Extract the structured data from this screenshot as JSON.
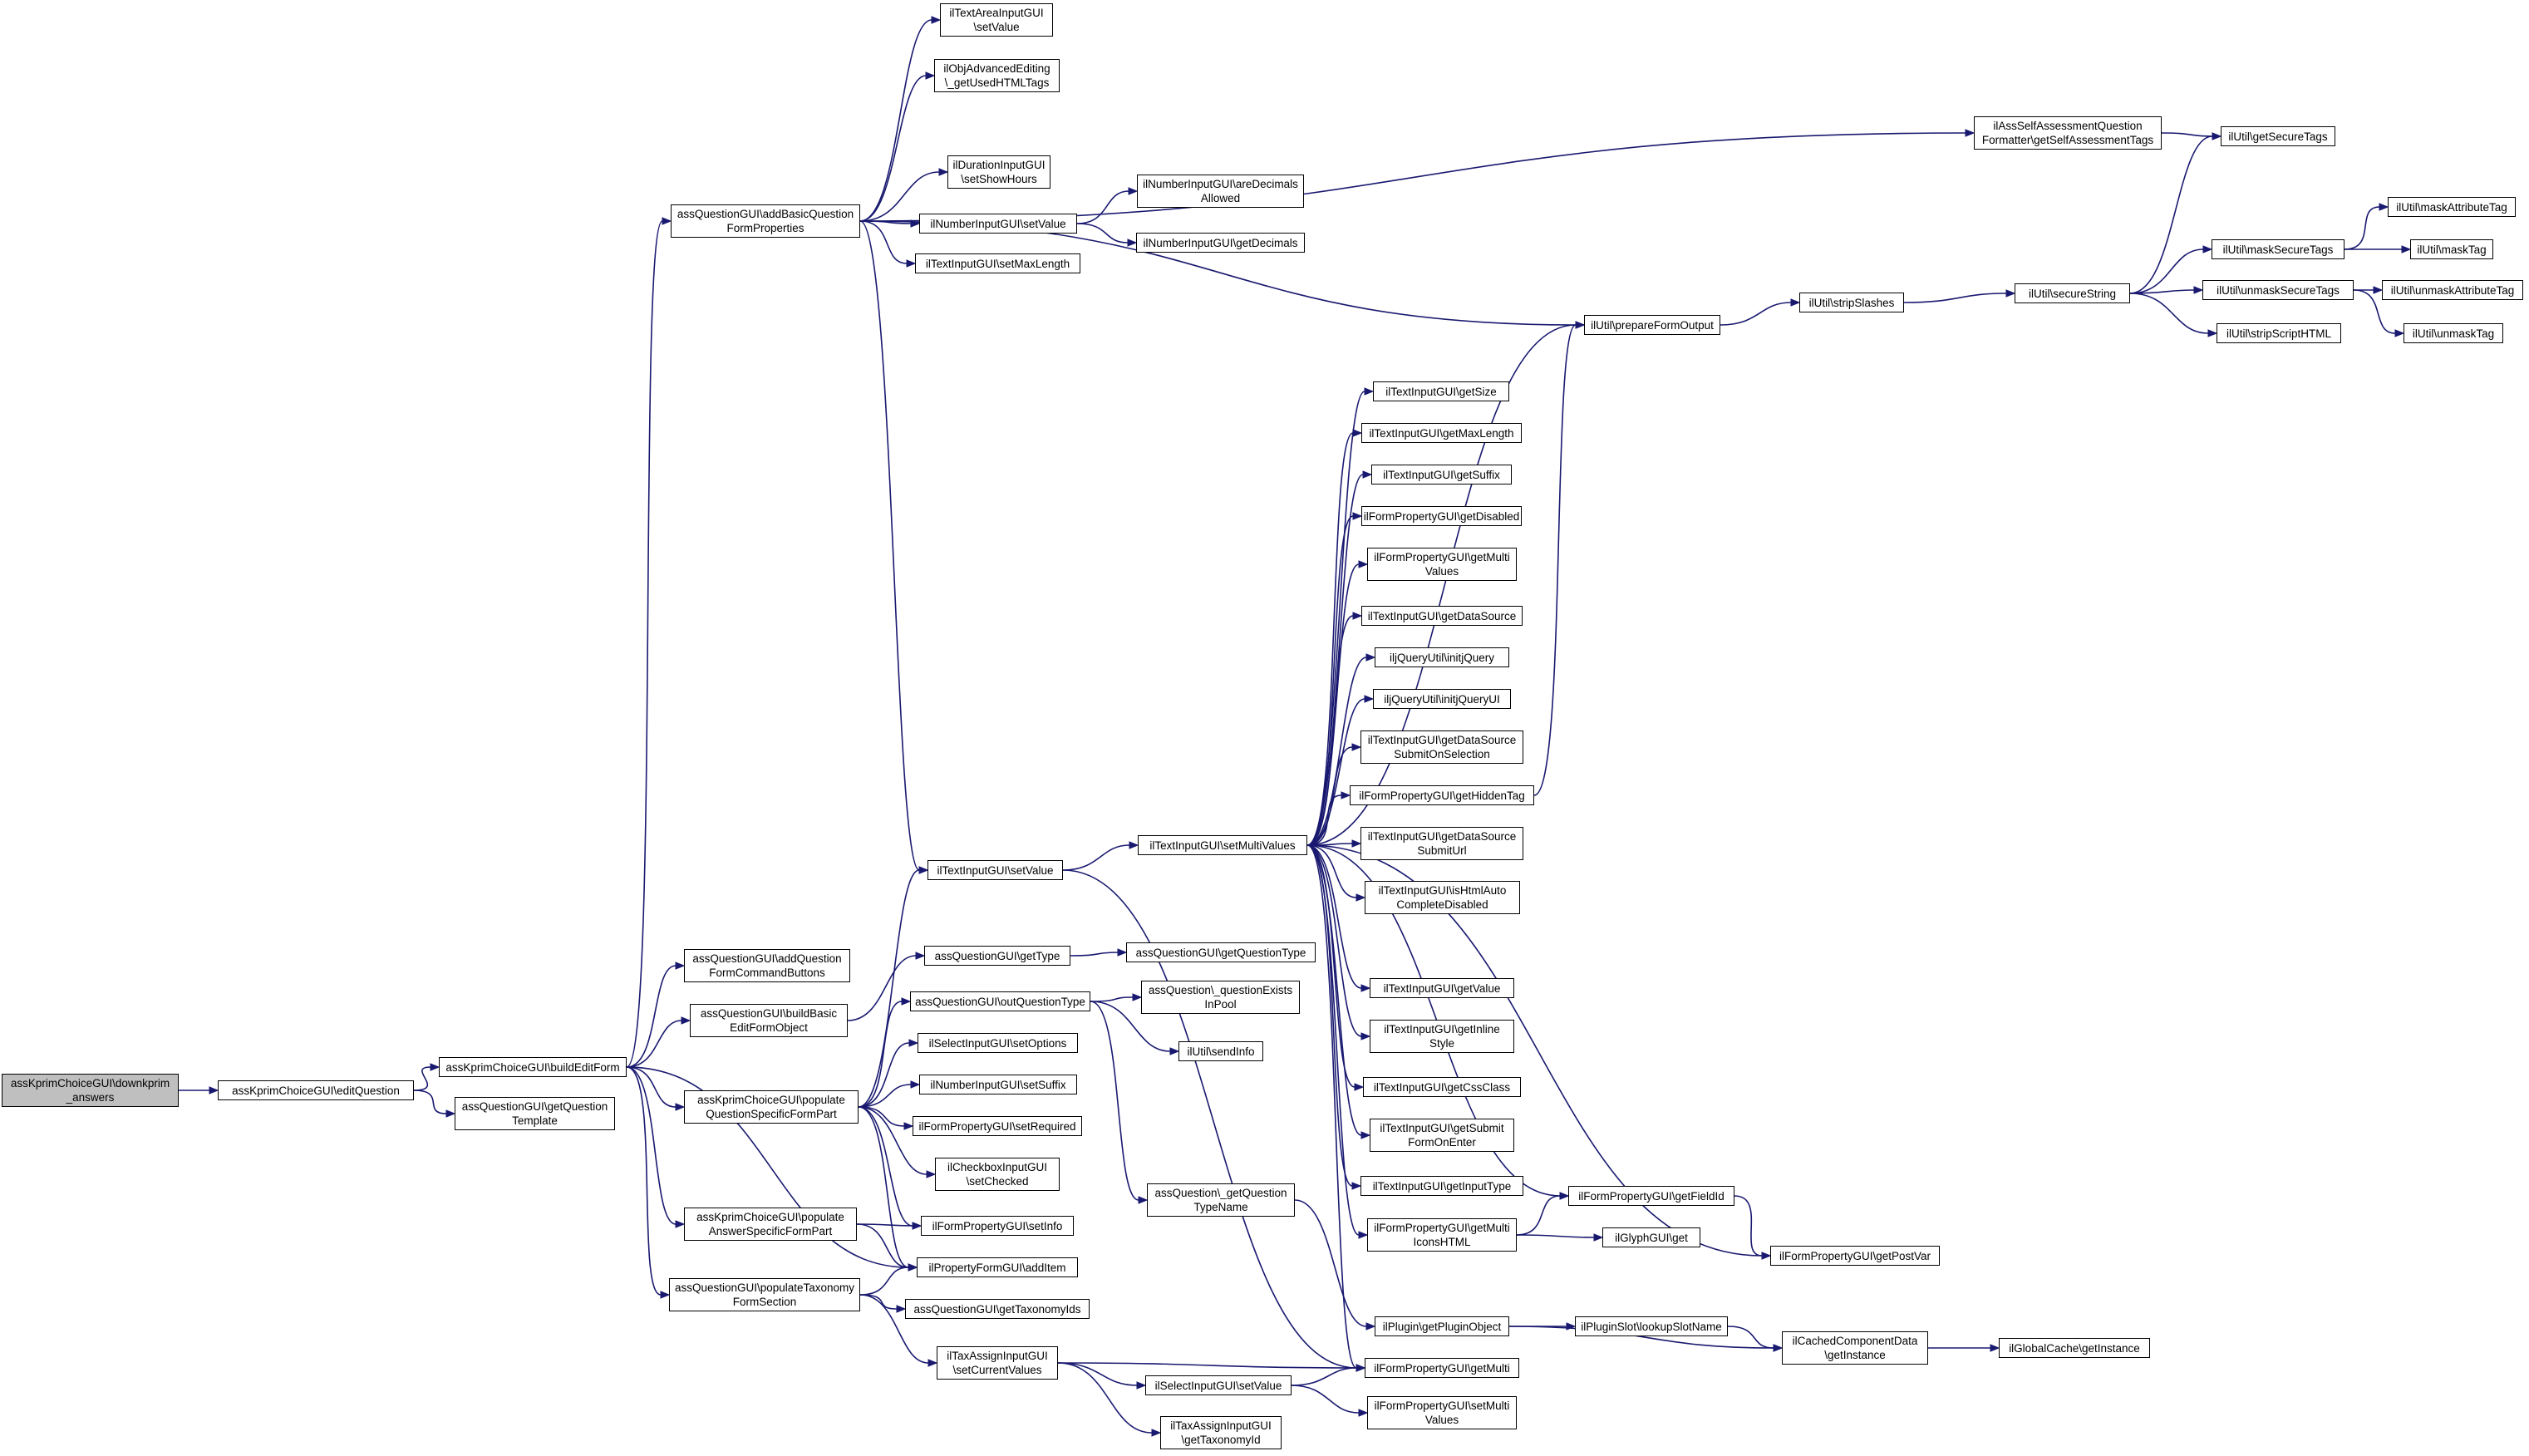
{
  "graph": {
    "edge_color": "#191970",
    "root_fill": "#bfbfbf",
    "node_border": "#000000",
    "nodes": [
      {
        "id": "downkprim",
        "label": "assKprimChoiceGUI\\downkprim\n_answers",
        "root": true
      },
      {
        "id": "editQuestion",
        "label": "assKprimChoiceGUI\\editQuestion"
      },
      {
        "id": "buildEditForm",
        "label": "assKprimChoiceGUI\\buildEditForm"
      },
      {
        "id": "getQuestionTemplate",
        "label": "assQuestionGUI\\getQuestion\nTemplate"
      },
      {
        "id": "addBasicQFP",
        "label": "assQuestionGUI\\addBasicQuestion\nFormProperties"
      },
      {
        "id": "addQFCB",
        "label": "assQuestionGUI\\addQuestion\nFormCommandButtons"
      },
      {
        "id": "buildBasicEFO",
        "label": "assQuestionGUI\\buildBasic\nEditFormObject"
      },
      {
        "id": "popQSFP",
        "label": "assKprimChoiceGUI\\populate\nQuestionSpecificFormPart"
      },
      {
        "id": "popASFP",
        "label": "assKprimChoiceGUI\\populate\nAnswerSpecificFormPart"
      },
      {
        "id": "popTax",
        "label": "assQuestionGUI\\populateTaxonomy\nFormSection"
      },
      {
        "id": "taSetValue",
        "label": "ilTextAreaInputGUI\n\\setValue"
      },
      {
        "id": "oaeTags",
        "label": "ilObjAdvancedEditing\n\\_getUsedHTMLTags"
      },
      {
        "id": "durShowHours",
        "label": "ilDurationInputGUI\n\\setShowHours"
      },
      {
        "id": "numSetValue",
        "label": "ilNumberInputGUI\\setValue"
      },
      {
        "id": "tiSetMaxLength",
        "label": "ilTextInputGUI\\setMaxLength"
      },
      {
        "id": "tiSetValue",
        "label": "ilTextInputGUI\\setValue"
      },
      {
        "id": "qgGetType",
        "label": "assQuestionGUI\\getType"
      },
      {
        "id": "qgOutQType",
        "label": "assQuestionGUI\\outQuestionType"
      },
      {
        "id": "selSetOptions",
        "label": "ilSelectInputGUI\\setOptions"
      },
      {
        "id": "numSetSuffix",
        "label": "ilNumberInputGUI\\setSuffix"
      },
      {
        "id": "fpSetRequired",
        "label": "ilFormPropertyGUI\\setRequired"
      },
      {
        "id": "cbSetChecked",
        "label": "ilCheckboxInputGUI\n\\setChecked"
      },
      {
        "id": "fpSetInfo",
        "label": "ilFormPropertyGUI\\setInfo"
      },
      {
        "id": "pfAddItem",
        "label": "ilPropertyFormGUI\\addItem"
      },
      {
        "id": "qgGetTaxIds",
        "label": "assQuestionGUI\\getTaxonomyIds"
      },
      {
        "id": "taxSetCurVals",
        "label": "ilTaxAssignInputGUI\n\\setCurrentValues"
      },
      {
        "id": "numAreDecimals",
        "label": "ilNumberInputGUI\\areDecimals\nAllowed"
      },
      {
        "id": "numGetDecimals",
        "label": "ilNumberInputGUI\\getDecimals"
      },
      {
        "id": "qgGetQType",
        "label": "assQuestionGUI\\getQuestionType"
      },
      {
        "id": "qQExists",
        "label": "assQuestion\\_questionExists\nInPool"
      },
      {
        "id": "utilSendInfo",
        "label": "ilUtil\\sendInfo"
      },
      {
        "id": "qGetQTypeName",
        "label": "assQuestion\\_getQuestion\nTypeName"
      },
      {
        "id": "selSetValue",
        "label": "ilSelectInputGUI\\setValue"
      },
      {
        "id": "taxGetTaxId",
        "label": "ilTaxAssignInputGUI\n\\getTaxonomyId"
      },
      {
        "id": "tiSetMulti",
        "label": "ilTextInputGUI\\setMultiValues"
      },
      {
        "id": "tiGetSize",
        "label": "ilTextInputGUI\\getSize"
      },
      {
        "id": "tiGetMaxLength",
        "label": "ilTextInputGUI\\getMaxLength"
      },
      {
        "id": "tiGetSuffix",
        "label": "ilTextInputGUI\\getSuffix"
      },
      {
        "id": "fpGetDisabled",
        "label": "ilFormPropertyGUI\\getDisabled"
      },
      {
        "id": "fpGetMultiValues",
        "label": "ilFormPropertyGUI\\getMulti\nValues"
      },
      {
        "id": "tiGetDataSource",
        "label": "ilTextInputGUI\\getDataSource"
      },
      {
        "id": "jqInit",
        "label": "iljQueryUtil\\initjQuery"
      },
      {
        "id": "jqInitUI",
        "label": "iljQueryUtil\\initjQueryUI"
      },
      {
        "id": "tiGetDSSubmitSel",
        "label": "ilTextInputGUI\\getDataSource\nSubmitOnSelection"
      },
      {
        "id": "fpGetHiddenTag",
        "label": "ilFormPropertyGUI\\getHiddenTag"
      },
      {
        "id": "tiGetDSSubmitUrl",
        "label": "ilTextInputGUI\\getDataSource\nSubmitUrl"
      },
      {
        "id": "tiIsHtmlAuto",
        "label": "ilTextInputGUI\\isHtmlAuto\nCompleteDisabled"
      },
      {
        "id": "tiGetValue",
        "label": "ilTextInputGUI\\getValue"
      },
      {
        "id": "tiGetInlineStyle",
        "label": "ilTextInputGUI\\getInline\nStyle"
      },
      {
        "id": "tiGetCssClass",
        "label": "ilTextInputGUI\\getCssClass"
      },
      {
        "id": "tiGetSubmitFOE",
        "label": "ilTextInputGUI\\getSubmit\nFormOnEnter"
      },
      {
        "id": "tiGetInputType",
        "label": "ilTextInputGUI\\getInputType"
      },
      {
        "id": "fpGetMultiIcons",
        "label": "ilFormPropertyGUI\\getMulti\nIconsHTML"
      },
      {
        "id": "plGetPluginObj",
        "label": "ilPlugin\\getPluginObject"
      },
      {
        "id": "fpGetMulti",
        "label": "ilFormPropertyGUI\\getMulti"
      },
      {
        "id": "fpSetMultiValues",
        "label": "ilFormPropertyGUI\\setMulti\nValues"
      },
      {
        "id": "utilPrepFormOut",
        "label": "ilUtil\\prepareFormOutput"
      },
      {
        "id": "fpGetFieldId",
        "label": "ilFormPropertyGUI\\getFieldId"
      },
      {
        "id": "glyphGet",
        "label": "ilGlyphGUI\\get"
      },
      {
        "id": "fpGetPostVar",
        "label": "ilFormPropertyGUI\\getPostVar"
      },
      {
        "id": "psLookupSlotName",
        "label": "ilPluginSlot\\lookupSlotName"
      },
      {
        "id": "ccdGetInstance",
        "label": "ilCachedComponentData\n\\getInstance"
      },
      {
        "id": "gcGetInstance",
        "label": "ilGlobalCache\\getInstance"
      },
      {
        "id": "assSelfFmt",
        "label": "ilAssSelfAssessmentQuestion\nFormatter\\getSelfAssessmentTags"
      },
      {
        "id": "utilGetSecureTags",
        "label": "ilUtil\\getSecureTags"
      },
      {
        "id": "utilStripSlashes",
        "label": "ilUtil\\stripSlashes"
      },
      {
        "id": "utilSecureString",
        "label": "ilUtil\\secureString"
      },
      {
        "id": "utilMaskSecureTags",
        "label": "ilUtil\\maskSecureTags"
      },
      {
        "id": "utilUnmaskSecureTags",
        "label": "ilUtil\\unmaskSecureTags"
      },
      {
        "id": "utilStripScriptHTML",
        "label": "ilUtil\\stripScriptHTML"
      },
      {
        "id": "utilMaskAttrTag",
        "label": "ilUtil\\maskAttributeTag"
      },
      {
        "id": "utilMaskTag",
        "label": "ilUtil\\maskTag"
      },
      {
        "id": "utilUnmaskAttrTag",
        "label": "ilUtil\\unmaskAttributeTag"
      },
      {
        "id": "utilUnmaskTag",
        "label": "ilUtil\\unmaskTag"
      }
    ],
    "edges": [
      [
        "downkprim",
        "editQuestion"
      ],
      [
        "editQuestion",
        "buildEditForm"
      ],
      [
        "editQuestion",
        "getQuestionTemplate"
      ],
      [
        "buildEditForm",
        "addBasicQFP"
      ],
      [
        "buildEditForm",
        "addQFCB"
      ],
      [
        "buildEditForm",
        "buildBasicEFO"
      ],
      [
        "buildEditForm",
        "popQSFP"
      ],
      [
        "buildEditForm",
        "popASFP"
      ],
      [
        "buildEditForm",
        "popTax"
      ],
      [
        "buildEditForm",
        "pfAddItem"
      ],
      [
        "addBasicQFP",
        "taSetValue"
      ],
      [
        "addBasicQFP",
        "oaeTags"
      ],
      [
        "addBasicQFP",
        "durShowHours"
      ],
      [
        "addBasicQFP",
        "numSetValue"
      ],
      [
        "addBasicQFP",
        "tiSetMaxLength"
      ],
      [
        "addBasicQFP",
        "tiSetValue"
      ],
      [
        "addBasicQFP",
        "assSelfFmt"
      ],
      [
        "addBasicQFP",
        "utilPrepFormOut"
      ],
      [
        "buildBasicEFO",
        "qgGetType"
      ],
      [
        "popQSFP",
        "qgOutQType"
      ],
      [
        "popQSFP",
        "tiSetValue"
      ],
      [
        "popQSFP",
        "selSetOptions"
      ],
      [
        "popQSFP",
        "numSetSuffix"
      ],
      [
        "popQSFP",
        "fpSetRequired"
      ],
      [
        "popQSFP",
        "cbSetChecked"
      ],
      [
        "popQSFP",
        "fpSetInfo"
      ],
      [
        "popQSFP",
        "pfAddItem"
      ],
      [
        "popASFP",
        "fpSetInfo"
      ],
      [
        "popASFP",
        "pfAddItem"
      ],
      [
        "popTax",
        "pfAddItem"
      ],
      [
        "popTax",
        "qgGetTaxIds"
      ],
      [
        "popTax",
        "taxSetCurVals"
      ],
      [
        "numSetValue",
        "numAreDecimals"
      ],
      [
        "numSetValue",
        "numGetDecimals"
      ],
      [
        "qgGetType",
        "qgGetQType"
      ],
      [
        "qgOutQType",
        "qQExists"
      ],
      [
        "qgOutQType",
        "utilSendInfo"
      ],
      [
        "qgOutQType",
        "qGetQTypeName"
      ],
      [
        "tiSetValue",
        "tiSetMulti"
      ],
      [
        "tiSetValue",
        "fpGetMulti"
      ],
      [
        "taxSetCurVals",
        "selSetValue"
      ],
      [
        "taxSetCurVals",
        "taxGetTaxId"
      ],
      [
        "taxSetCurVals",
        "fpGetMulti"
      ],
      [
        "selSetValue",
        "fpGetMulti"
      ],
      [
        "selSetValue",
        "fpSetMultiValues"
      ],
      [
        "qGetQTypeName",
        "plGetPluginObj"
      ],
      [
        "tiSetMulti",
        "utilPrepFormOut"
      ],
      [
        "tiSetMulti",
        "tiGetSize"
      ],
      [
        "tiSetMulti",
        "tiGetMaxLength"
      ],
      [
        "tiSetMulti",
        "tiGetSuffix"
      ],
      [
        "tiSetMulti",
        "fpGetDisabled"
      ],
      [
        "tiSetMulti",
        "fpGetMultiValues"
      ],
      [
        "tiSetMulti",
        "tiGetDataSource"
      ],
      [
        "tiSetMulti",
        "jqInit"
      ],
      [
        "tiSetMulti",
        "jqInitUI"
      ],
      [
        "tiSetMulti",
        "tiGetDSSubmitSel"
      ],
      [
        "tiSetMulti",
        "fpGetHiddenTag"
      ],
      [
        "tiSetMulti",
        "tiGetDSSubmitUrl"
      ],
      [
        "tiSetMulti",
        "tiIsHtmlAuto"
      ],
      [
        "tiSetMulti",
        "tiGetValue"
      ],
      [
        "tiSetMulti",
        "tiGetInlineStyle"
      ],
      [
        "tiSetMulti",
        "tiGetCssClass"
      ],
      [
        "tiSetMulti",
        "tiGetSubmitFOE"
      ],
      [
        "tiSetMulti",
        "tiGetInputType"
      ],
      [
        "tiSetMulti",
        "fpGetMultiIcons"
      ],
      [
        "tiSetMulti",
        "fpGetMulti"
      ],
      [
        "tiSetMulti",
        "fpGetFieldId"
      ],
      [
        "tiSetMulti",
        "fpGetPostVar"
      ],
      [
        "fpGetHiddenTag",
        "utilPrepFormOut"
      ],
      [
        "fpGetMultiIcons",
        "fpGetFieldId"
      ],
      [
        "fpGetMultiIcons",
        "glyphGet"
      ],
      [
        "fpGetFieldId",
        "fpGetPostVar"
      ],
      [
        "plGetPluginObj",
        "psLookupSlotName"
      ],
      [
        "plGetPluginObj",
        "ccdGetInstance"
      ],
      [
        "psLookupSlotName",
        "ccdGetInstance"
      ],
      [
        "ccdGetInstance",
        "gcGetInstance"
      ],
      [
        "utilPrepFormOut",
        "utilStripSlashes"
      ],
      [
        "utilStripSlashes",
        "utilSecureString"
      ],
      [
        "utilSecureString",
        "utilGetSecureTags"
      ],
      [
        "utilSecureString",
        "utilMaskSecureTags"
      ],
      [
        "utilSecureString",
        "utilUnmaskSecureTags"
      ],
      [
        "utilSecureString",
        "utilStripScriptHTML"
      ],
      [
        "utilMaskSecureTags",
        "utilMaskAttrTag"
      ],
      [
        "utilMaskSecureTags",
        "utilMaskTag"
      ],
      [
        "utilUnmaskSecureTags",
        "utilUnmaskAttrTag"
      ],
      [
        "utilUnmaskSecureTags",
        "utilUnmaskTag"
      ],
      [
        "assSelfFmt",
        "utilGetSecureTags"
      ]
    ]
  }
}
